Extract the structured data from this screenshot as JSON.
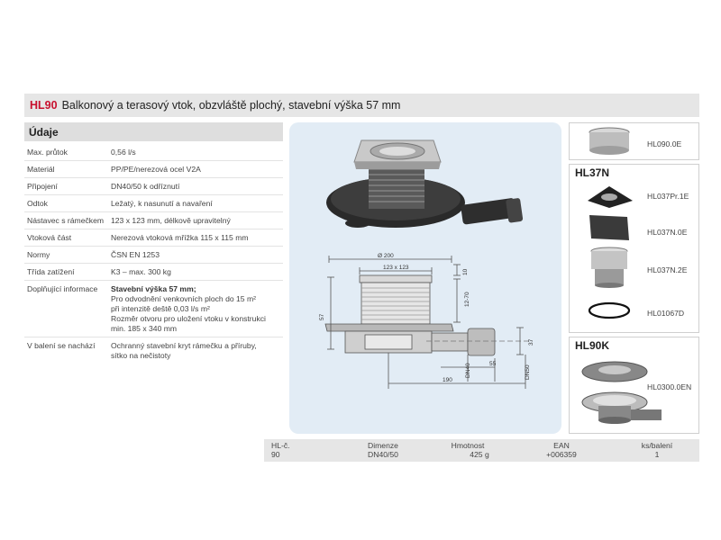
{
  "title": {
    "code": "HL90",
    "text": "Balkonový a terasový vtok, obzvláště plochý, stavební výška 57 mm"
  },
  "udaje": {
    "heading": "Údaje"
  },
  "specs": [
    {
      "label": "Max. průtok",
      "value": "0,56 l/s"
    },
    {
      "label": "Materiál",
      "value": "PP/PE/nerezová ocel V2A"
    },
    {
      "label": "Připojení",
      "value": "DN40/50 k odříznutí"
    },
    {
      "label": "Odtok",
      "value": "Ležatý, k nasunutí a navaření"
    },
    {
      "label": "Nástavec s rámečkem",
      "value": "123 x 123 mm, délkově upravitelný"
    },
    {
      "label": "Vtoková část",
      "value": "Nerezová vtoková mřížka 115 x 115 mm"
    },
    {
      "label": "Normy",
      "value": "ČSN EN 1253"
    },
    {
      "label": "Třída zatížení",
      "value": "K3 – max. 300 kg"
    },
    {
      "label": "Doplňující informace",
      "value_bold": "Stavební výška 57 mm;",
      "lines": [
        "Pro odvodnění venkovních ploch do 15 m²",
        "při intenzitě deště 0,03 l/s m²",
        "Rozměr otvoru pro uložení vtoku v konstrukci",
        "min. 185 x 340 mm"
      ]
    },
    {
      "label": "V balení se nachází",
      "lines": [
        "Ochranný stavební kryt rámečku a příruby,",
        "sítko na nečistoty"
      ]
    }
  ],
  "drawing_labels": {
    "d200": "Ø 200",
    "w123": "123 x 123",
    "h10": "10",
    "h1270": "12-70",
    "h57": "57",
    "h37": "37",
    "dn40": "DN40",
    "l55": "55",
    "dn50": "DN50",
    "l190": "190"
  },
  "accessories": {
    "top": [
      {
        "code": "HL090.0E",
        "icon": "ring-adapter-icon"
      }
    ],
    "hl37n": {
      "title": "HL37N",
      "items": [
        {
          "code": "HL037Pr.1E",
          "icon": "flange-plate-icon"
        },
        {
          "code": "HL037N.0E",
          "icon": "square-plate-icon"
        },
        {
          "code": "HL037N.2E",
          "icon": "extension-sleeve-icon"
        },
        {
          "code": "HL01067D",
          "icon": "o-ring-icon"
        }
      ]
    },
    "hl90k": {
      "title": "HL90K",
      "code": "HL0300.0EN",
      "icon": "drain-body-icon"
    }
  },
  "table": {
    "headers": [
      "HL-č.",
      "Dimenze",
      "Hmotnost",
      "EAN",
      "ks/balení"
    ],
    "values": [
      "90",
      "DN40/50",
      "425 g",
      "+006359",
      "1"
    ]
  },
  "colors": {
    "accent": "#c8102e",
    "panel": "#e2ecf5",
    "bar": "#e6e6e6"
  }
}
